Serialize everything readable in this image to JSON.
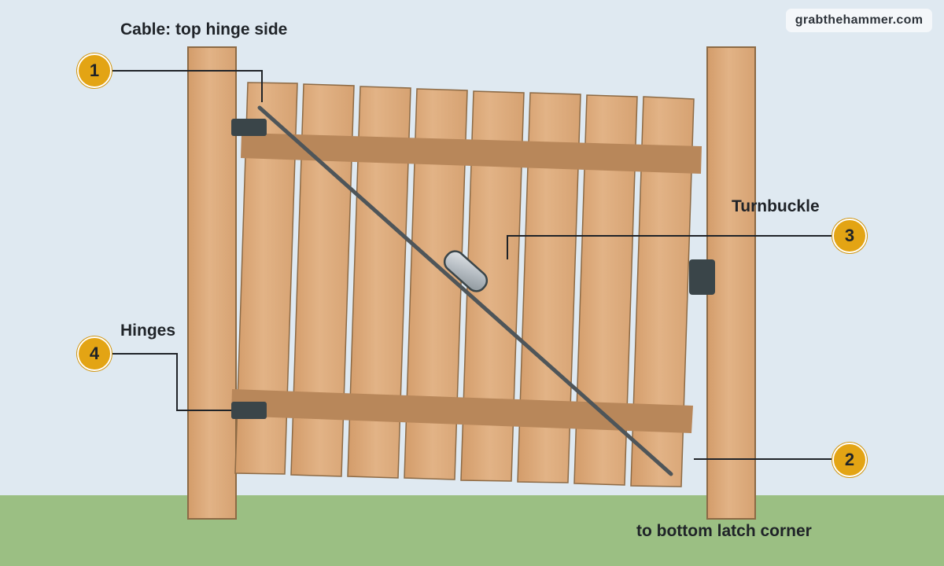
{
  "brand": {
    "text": "grabthehammer.com"
  },
  "labels": {
    "cable": "Cable: top hinge side",
    "turnbuckle": "Turnbuckle",
    "hinges": "Hinges",
    "latch": "to bottom latch corner"
  },
  "callouts": [
    {
      "number": "1"
    },
    {
      "number": "2"
    },
    {
      "number": "3"
    },
    {
      "number": "4"
    }
  ],
  "colors": {
    "sky": "#dfe9f1",
    "grass": "#9bbf83",
    "wood_light": "#e1b184",
    "wood_mid": "#d4a06f",
    "wood_outline": "#8c6a45",
    "rail": "#b8875a",
    "hardware": "#3a4549",
    "cable": "#4e5559",
    "badge": "#e3a414",
    "leader": "#1f2328"
  }
}
